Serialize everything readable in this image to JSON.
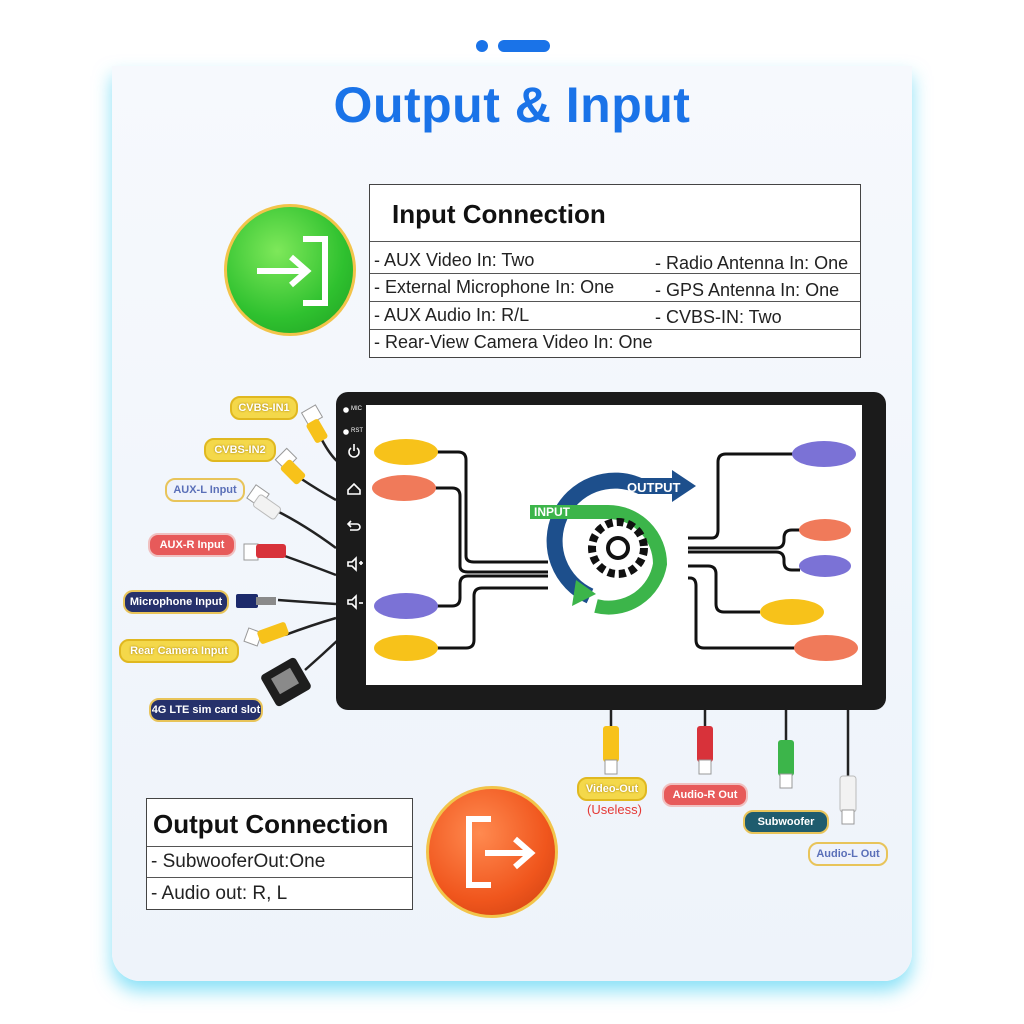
{
  "title": "Output & Input",
  "input_table": {
    "header": "Input Connection",
    "left": [
      "- AUX Video In: Two",
      "- External Microphone In: One",
      "- AUX Audio In: R/L",
      "- Rear-View Camera Video In: One"
    ],
    "right": [
      "- Radio Antenna In: One",
      "- GPS Antenna In: One",
      "- CVBS-IN: Two"
    ]
  },
  "output_table": {
    "header": "Output Connection",
    "rows": [
      "- SubwooferOut:One",
      "- Audio out: R, L"
    ]
  },
  "side_buttons": {
    "mic": "MIC",
    "rst": "RST"
  },
  "diagram": {
    "output_label": "OUTPUT",
    "input_label": "INPUT"
  },
  "left_labels": [
    {
      "text": "CVBS-IN1",
      "style": "yellow"
    },
    {
      "text": "CVBS-IN2",
      "style": "yellow"
    },
    {
      "text": "AUX-L Input",
      "style": "white"
    },
    {
      "text": "AUX-R Input",
      "style": "red"
    },
    {
      "text": "Microphone Input",
      "style": "navy"
    },
    {
      "text": "Rear Camera Input",
      "style": "yellow"
    },
    {
      "text": "4G LTE sim card slot",
      "style": "navy"
    }
  ],
  "bottom_labels": [
    {
      "text": "Video-Out",
      "style": "yellow"
    },
    {
      "text": "Audio-R Out",
      "style": "red"
    },
    {
      "text": "Subwoofer",
      "style": "teal"
    },
    {
      "text": "Audio-L Out",
      "style": "white"
    }
  ],
  "video_out_note": "(Useless)",
  "colors": {
    "accent": "#1a73e8",
    "input_circle": "#2fc12f",
    "output_circle": "#f0561d",
    "rca_yellow": "#f7c21a",
    "rca_orange": "#f07a5a",
    "rca_purple": "#7b72d6",
    "arrow_blue": "#1d4f8c",
    "arrow_green": "#3cb54a"
  }
}
